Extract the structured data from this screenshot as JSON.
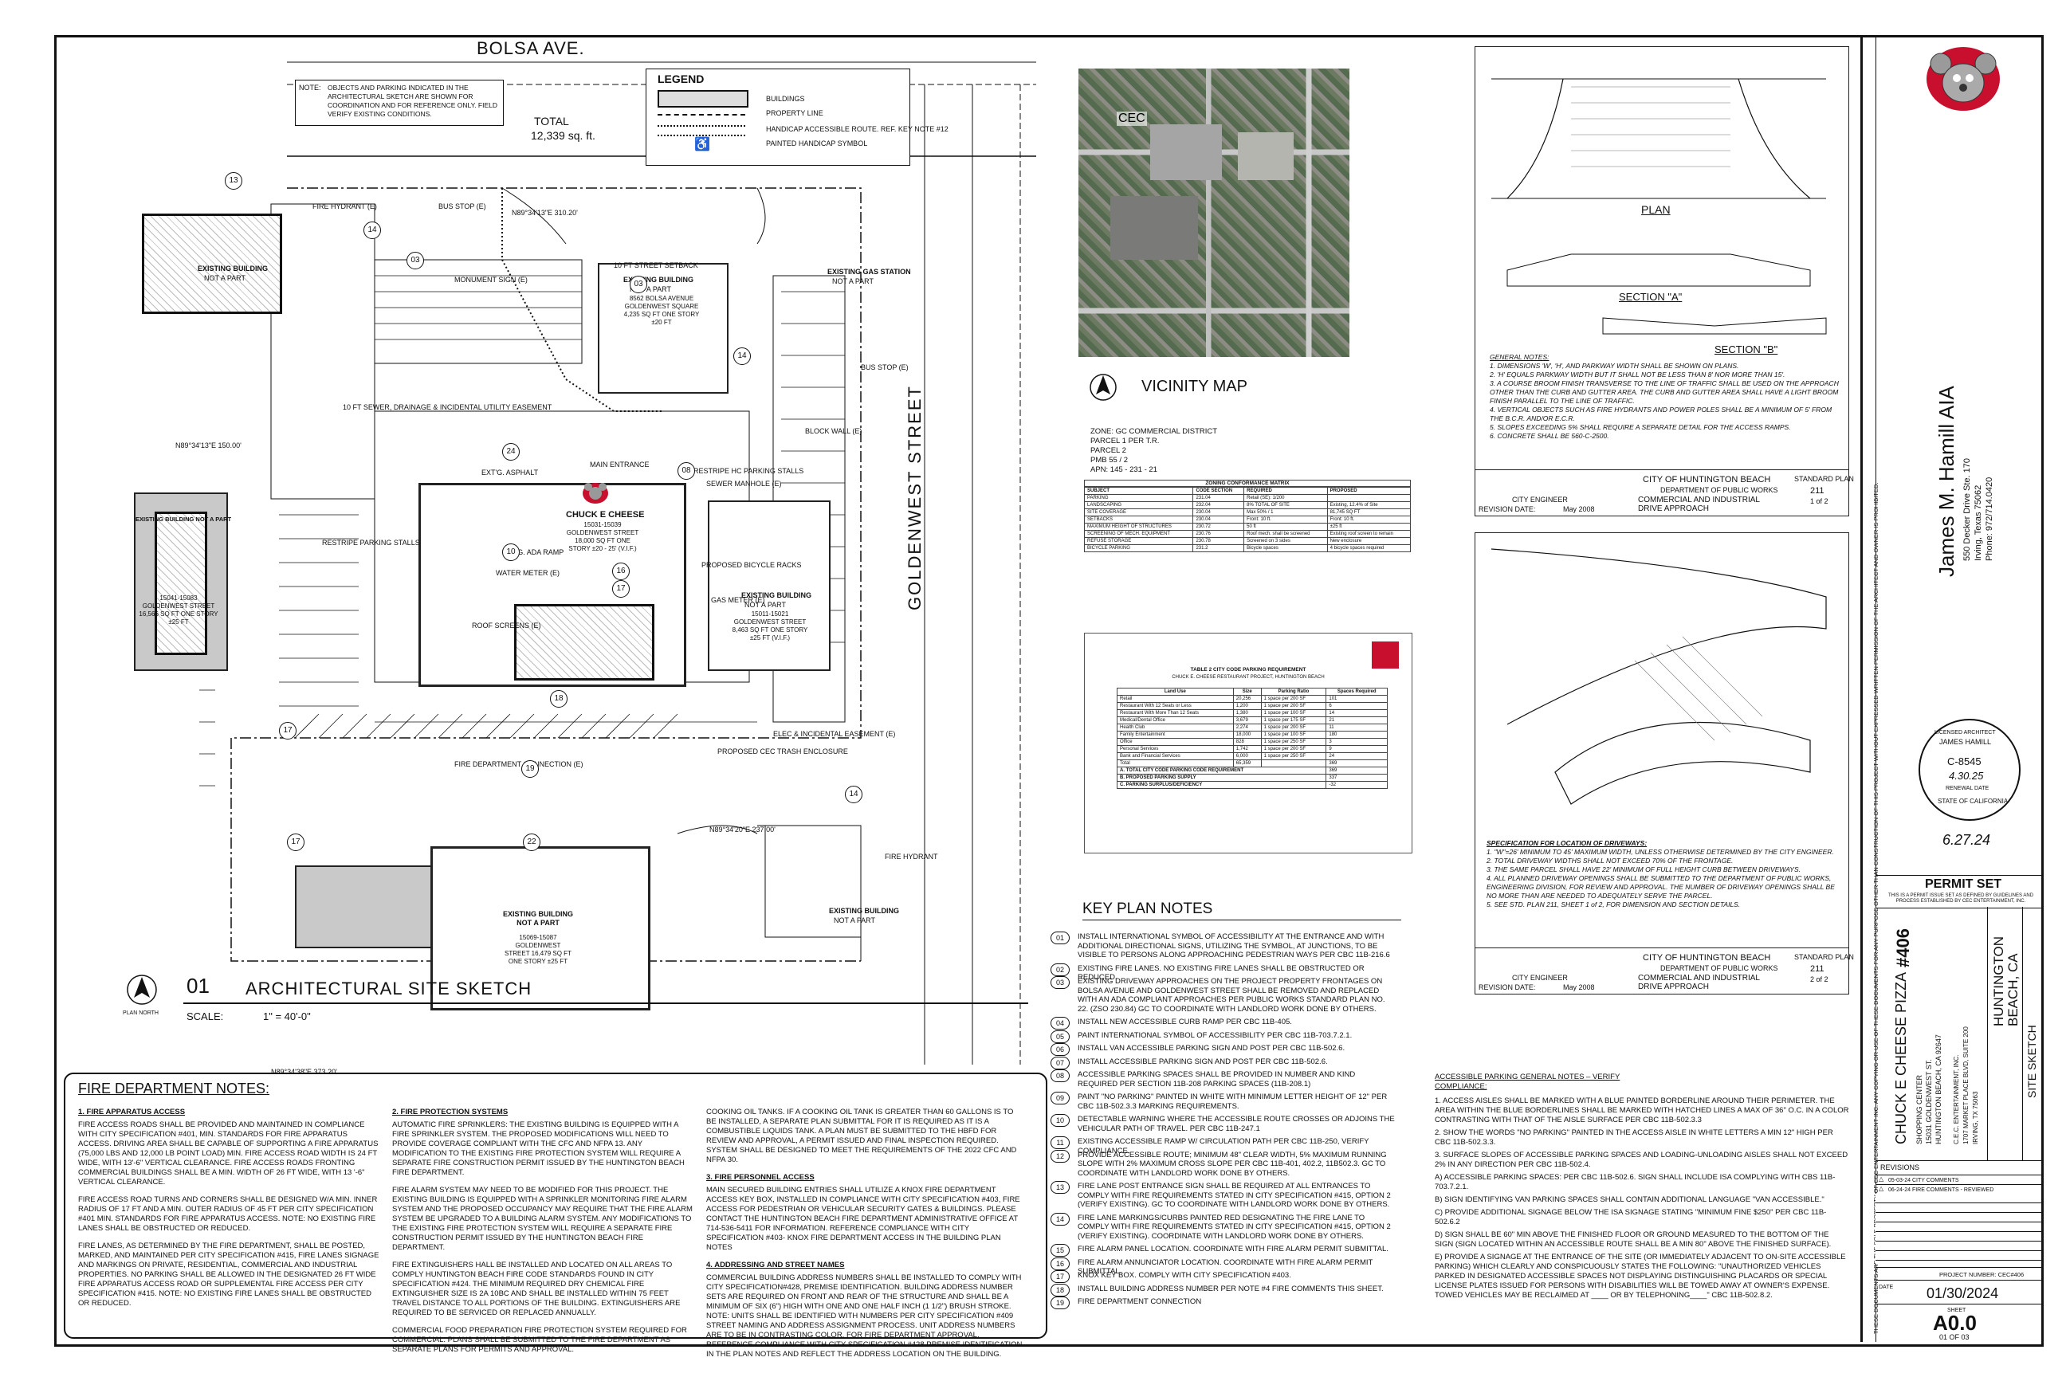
{
  "sheet": {
    "street_top": "BOLSA AVE.",
    "street_right": "GOLDENWEST STREET",
    "note_label": "NOTE:",
    "note_text": "OBJECTS AND PARKING INDICATED IN THE ARCHITECTURAL SKETCH ARE SHOWN FOR COORDINATION AND FOR REFERENCE ONLY. FIELD VERIFY EXISTING CONDITIONS.",
    "total_label": "TOTAL",
    "total_value": "12,339 sq. ft.",
    "legend": {
      "title": "LEGEND",
      "items": [
        "BUILDINGS",
        "PROPERTY LINE",
        "HANDICAP ACCESSIBLE ROUTE. REF. KEY NOTE #12",
        "PAINTED HANDICAP SYMBOL"
      ]
    },
    "title_num": "01",
    "title_text": "ARCHITECTURAL SITE SKETCH",
    "scale_label": "SCALE:",
    "scale_value": "1\" = 40'-0\"",
    "plan_north": "PLAN NORTH"
  },
  "site": {
    "buildings": [
      {
        "label": "EXISTING BUILDING",
        "sub": "NOT A PART"
      },
      {
        "label": "EXISTING BUILDING",
        "sub": "NOT A PART",
        "addr": "8562 BOLSA AVENUE GOLDENWEST SQUARE 4,235 SQ FT ONE STORY ±20 FT"
      },
      {
        "label": "EXISTING GAS STATION",
        "sub": "NOT A PART"
      },
      {
        "label": "EXISTING BUILDING NOT A PART",
        "addr": "15041-15083 GOLDENWEST STREET 16,566 SQ FT ONE STORY ±25 FT"
      },
      {
        "label": "CHUCK E CHEESE",
        "addr": "15031-15039 GOLDENWEST STREET 18,000 SQ FT ONE STORY ±20 - 25' (V.I.F.)"
      },
      {
        "label": "EXISTING BUILDING",
        "sub": "NOT A PART",
        "addr": "15011-15021 GOLDENWEST STREET 8,463 SQ FT ONE STORY ±25 FT (V.I.F.)"
      },
      {
        "label": "EXISTING BUILDING NOT A PART",
        "addr": "15069-15087 GOLDENWEST STREET 16,479 SQ FT ONE STORY ±25 FT"
      },
      {
        "label": "EXISTING BUILDING",
        "sub": "NOT A PART"
      }
    ],
    "labels": [
      "FIRE HYDRANT (E)",
      "BUS STOP (E)",
      "MONUMENT SIGN (E)",
      "MAIN ENTRANCE",
      "RESTRIPE HC PARKING STALLS",
      "SEWER MANHOLE (E)",
      "EXT'G. ASPHALT",
      "WATER METER (E)",
      "ROOF SCREENS (E)",
      "EXT'G. ADA RAMP",
      "PROPOSED BICYCLE RACKS",
      "GAS METER (E)",
      "RESTRIPE PARKING STALLS",
      "FIRE DEPARTMENT CONNECTION (E)",
      "PROPOSED CEC TRASH ENCLOSURE",
      "ELEC & INCIDENTAL EASEMENT (E)",
      "BLOCK WALL (E)",
      "BUS STOP (E)",
      "FIRE HYDRANT",
      "10 FT SEWER, DRAINAGE & INCIDENTAL UTILITY EASEMENT",
      "10 FT STREET SETBACK"
    ],
    "bearings": [
      "N89°34'13\"E 310.20'",
      "N89°34'13\"E 150.00'",
      "N89°34'20\"E 237.00'",
      "N89°34'38\"E 373.20'"
    ]
  },
  "vicinity": {
    "title": "VICINITY MAP",
    "cec_label": "CEC",
    "zone_lines": [
      "ZONE:    GC COMMERCIAL DISTRICT",
      "PARCEL 1 PER T.R.",
      "PARCEL 2",
      "PMB 55 / 2",
      "APN:  145 - 231 - 21"
    ]
  },
  "zoning_table": {
    "title": "ZONING CONFORMANCE MATRIX",
    "headers": [
      "SUBJECT",
      "CODE SECTION",
      "REQUIRED",
      "PROPOSED"
    ],
    "rows": [
      [
        "PARKING",
        "231.04",
        "Retail (SE): 1/200",
        ""
      ],
      [
        "LANDSCAPING",
        "232.04",
        "8% TOTAL OF SITE",
        "Existing, 12.4% of Site"
      ],
      [
        "SITE COVERAGE",
        "230.04",
        "Max 50% / 1",
        "81,745 SQ FT"
      ],
      [
        "SETBACKS",
        "230.04",
        "Front: 10 ft.",
        "Front: 10 ft."
      ],
      [
        "MAXIMUM HEIGHT OF STRUCTURES",
        "230.72",
        "50 ft",
        "±25 ft"
      ],
      [
        "SCREENING OF MECH. EQUIPMENT",
        "230.76",
        "Roof mech. shall be screened",
        "Existing roof screen to remain"
      ],
      [
        "REFUSE STORAGE",
        "230.78",
        "Screened on 3 sides",
        "New enclosure"
      ],
      [
        "BICYCLE PARKING",
        "231.2",
        "Bicycle spaces",
        "4 bicycle spaces required"
      ]
    ]
  },
  "parking_table": {
    "title": "TABLE 2 CITY CODE PARKING REQUIREMENT",
    "subtitle": "CHUCK E. CHEESE RESTAURANT PROJECT, HUNTINGTON BEACH",
    "headers": [
      "Land Use",
      "Size",
      "Parking Ratio",
      "Spaces Required"
    ],
    "rows": [
      [
        "Retail",
        "20,256",
        "1 space per 200 SF",
        "101"
      ],
      [
        "Restaurant With 12 Seats or Less",
        "1,200",
        "1 space per 200 SF",
        "6"
      ],
      [
        "Restaurant With More Than 12 Seats",
        "1,380",
        "1 space per 100 SF",
        "14"
      ],
      [
        "Medical/Dental Office",
        "3,679",
        "1 space per 175 SF",
        "21"
      ],
      [
        "Health Club",
        "2,274",
        "1 space per 200 SF",
        "11"
      ],
      [
        "Family Entertainment",
        "18,000",
        "1 space per 100 SF",
        "180"
      ],
      [
        "Office",
        "828",
        "1 space per 250 SF",
        "3"
      ],
      [
        "Personal Services",
        "1,742",
        "1 space per 200 SF",
        "9"
      ],
      [
        "Bank and Financial Services",
        "6,000",
        "1 space per 250 SF",
        "24"
      ],
      [
        "Total",
        "65,359",
        "",
        "369"
      ]
    ],
    "totals": [
      "A. TOTAL CITY CODE PARKING CODE REQUIREMENT",
      "B. PROPOSED PARKING SUPPLY",
      "C. PARKING SURPLUS/DEFICIENCY"
    ],
    "totals_values": [
      "369",
      "337",
      "-32"
    ]
  },
  "keynotes": {
    "title": "KEY PLAN NOTES",
    "items": [
      {
        "n": "01",
        "t": "INSTALL INTERNATIONAL SYMBOL OF ACCESSIBILITY AT THE ENTRANCE AND WITH ADDITIONAL DIRECTIONAL SIGNS, UTILIZING THE SYMBOL, AT JUNCTIONS, TO BE VISIBLE TO PERSONS ALONG APPROACHING PEDESTRIAN WAYS PER CBC 11B-216.6"
      },
      {
        "n": "02",
        "t": "EXISTING FIRE LANES. NO EXISTING FIRE LANES SHALL BE OBSTRUCTED OR REDUCED."
      },
      {
        "n": "03",
        "t": "EXISTING DRIVEWAY APPROACHES ON THE PROJECT PROPERTY FRONTAGES ON BOLSA AVENUE AND GOLDENWEST STREET SHALL BE REMOVED AND REPLACED WITH AN ADA COMPLIANT APPROACHES PER PUBLIC WORKS STANDARD PLAN NO. 22. (ZSO 230.84) GC TO COORDINATE WITH LANDLORD WORK DONE BY OTHERS."
      },
      {
        "n": "04",
        "t": "INSTALL NEW ACCESSIBLE CURB RAMP PER CBC 11B-405."
      },
      {
        "n": "05",
        "t": "PAINT INTERNATIONAL SYMBOL OF ACCESSIBILITY PER CBC 11B-703.7.2.1."
      },
      {
        "n": "06",
        "t": "INSTALL VAN ACCESSIBLE PARKING SIGN AND POST PER CBC 11B-502.6."
      },
      {
        "n": "07",
        "t": "INSTALL ACCESSIBLE PARKING SIGN AND POST PER CBC 11B-502.6."
      },
      {
        "n": "08",
        "t": "ACCESSIBLE PARKING SPACES SHALL BE PROVIDED IN NUMBER AND KIND REQUIRED PER SECTION 11B-208 PARKING SPACES (11B-208.1)"
      },
      {
        "n": "09",
        "t": "PAINT \"NO PARKING\" PAINTED IN WHITE WITH MINIMUM LETTER HEIGHT OF 12\" PER CBC 11B-502.3.3 MARKING REQUIREMENTS."
      },
      {
        "n": "10",
        "t": "DETECTABLE WARNING WHERE THE ACCESSIBLE ROUTE CROSSES OR ADJOINS THE VEHICULAR PATH OF TRAVEL. PER CBC 11B-247.1"
      },
      {
        "n": "11",
        "t": "EXISTING ACCESSIBLE RAMP W/ CIRCULATION PATH PER CBC 11B-250, VERIFY COMPLIANCE."
      },
      {
        "n": "12",
        "t": "PROVIDE ACCESSIBLE ROUTE; MINIMUM 48\" CLEAR WIDTH, 5% MAXIMUM RUNNING SLOPE WITH 2% MAXIMUM CROSS SLOPE PER CBC 11B-401, 402.2, 11B502.3. GC TO COORDINATE WITH LANDLORD WORK DONE BY OTHERS."
      },
      {
        "n": "13",
        "t": "FIRE LANE POST ENTRANCE SIGN SHALL BE REQUIRED AT ALL ENTRANCES TO COMPLY WITH FIRE REQUIREMENTS STATED IN CITY SPECIFICATION #415, OPTION 2 (VERIFY EXISTING). GC TO COORDINATE WITH LANDLORD WORK DONE BY OTHERS."
      },
      {
        "n": "14",
        "t": "FIRE LANE MARKINGS/CURBS PAINTED RED DESIGNATING THE FIRE LANE TO COMPLY WITH FIRE REQUIREMENTS STATED IN CITY SPECIFICATION #415, OPTION 2 (VERIFY EXISTING). COORDINATE WITH LANDLORD WORK DONE BY OTHERS."
      },
      {
        "n": "15",
        "t": "FIRE ALARM PANEL LOCATION. COORDINATE WITH FIRE ALARM PERMIT SUBMITTAL."
      },
      {
        "n": "16",
        "t": "FIRE ALARM ANNUNCIATOR LOCATION. COORDINATE WITH FIRE ALARM PERMIT SUBMITTAL."
      },
      {
        "n": "17",
        "t": "KNOX KEY BOX. COMPLY WITH CITY SPECIFICATION #403."
      },
      {
        "n": "18",
        "t": "INSTALL BUILDING ADDRESS NUMBER PER NOTE #4 FIRE COMMENTS THIS SHEET."
      },
      {
        "n": "19",
        "t": "FIRE DEPARTMENT CONNECTION"
      }
    ]
  },
  "fire_notes": {
    "title": "FIRE DEPARTMENT NOTES:",
    "col1": [
      {
        "h": "1. FIRE APPARATUS ACCESS",
        "t": "FIRE ACCESS ROADS SHALL BE PROVIDED AND MAINTAINED IN COMPLIANCE WITH CITY SPECIFICATION #401, MIN. STANDARDS FOR FIRE APPARATUS ACCESS. DRIVING AREA SHALL BE CAPABLE OF SUPPORTING A FIRE APPARATUS (75,000 LBS AND 12,000 LB POINT LOAD) MIN. FIRE ACCESS ROAD WIDTH IS 24 FT WIDE, WITH 13'-6\" VERTICAL CLEARANCE. FIRE ACCESS ROADS FRONTING COMMERCIAL BUILDINGS SHALL BE A MIN. WIDTH OF 26 FT WIDE, WITH 13 '-6\" VERTICAL CLEARANCE."
      },
      {
        "h": "",
        "t": "FIRE ACCESS ROAD TURNS AND CORNERS SHALL BE DESIGNED W/A MIN. INNER RADIUS OF 17 FT AND A MIN. OUTER RADIUS OF 45 FT PER CITY SPECIFICATION #401 MIN. STANDARDS FOR FIRE APPARATUS ACCESS. NOTE: NO EXISTING FIRE LANES SHALL BE OBSTRUCTED OR REDUCED."
      },
      {
        "h": "",
        "t": "FIRE LANES, AS DETERMINED BY THE FIRE DEPARTMENT, SHALL BE POSTED, MARKED, AND MAINTAINED PER CITY SPECIFICATION #415, FIRE LANES SIGNAGE AND MARKINGS ON PRIVATE, RESIDENTIAL, COMMERCIAL AND INDUSTRIAL PROPERTIES. NO PARKING SHALL BE ALLOWED IN THE DESIGNATED 26 FT WIDE FIRE APPARATUS ACCESS ROAD OR SUPPLEMENTAL FIRE ACCESS PER CITY SPECIFICATION #415. NOTE: NO EXISTING FIRE LANES SHALL BE OBSTRUCTED OR REDUCED."
      }
    ],
    "col2": [
      {
        "h": "2. FIRE PROTECTION SYSTEMS",
        "t": "AUTOMATIC FIRE SPRINKLERS: THE EXISTING BUILDING IS EQUIPPED WITH A FIRE SPRINKLER SYSTEM. THE PROPOSED MODIFICATIONS WILL NEED TO PROVIDE COVERAGE COMPLIANT WITH THE CFC AND NFPA 13. ANY MODIFICATION TO THE EXISTING FIRE PROTECTION SYSTEM WILL REQUIRE A SEPARATE FIRE CONSTRUCTION PERMIT ISSUED BY THE HUNTINGTON BEACH FIRE DEPARTMENT."
      },
      {
        "h": "",
        "t": "FIRE ALARM SYSTEM MAY NEED TO BE MODIFIED FOR THIS PROJECT. THE EXISTING BUILDING IS EQUIPPED WITH A SPRINKLER MONITORING FIRE ALARM SYSTEM AND THE PROPOSED OCCUPANCY MAY REQUIRE THAT THE FIRE ALARM SYSTEM BE UPGRADED TO A BUILDING ALARM SYSTEM. ANY MODIFICATIONS TO THE EXISTING FIRE PROTECTION SYSTEM WILL REQUIRE A SEPARATE FIRE CONSTRUCTION PERMIT ISSUED BY THE HUNTINGTON BEACH FIRE DEPARTMENT."
      },
      {
        "h": "",
        "t": "FIRE EXTINGUISHERS HALL BE INSTALLED AND LOCATED ON ALL AREAS TO COMPLY HUNTINGTON BEACH FIRE CODE STANDARDS FOUND IN CITY SPECIFICATION #424. THE MINIMUM REQUIRED DRY CHEMICAL FIRE EXTINGUISHER SIZE IS 2A 10BC AND SHALL BE INSTALLED WITHIN 75 FEET TRAVEL DISTANCE TO ALL PORTIONS OF THE BUILDING. EXTINGUISHERS ARE REQUIRED TO BE SERVICED OR REPLACED ANNUALLY."
      },
      {
        "h": "",
        "t": "COMMERCIAL FOOD PREPARATION FIRE PROTECTION SYSTEM REQUIRED FOR COMMERCIAL. PLANS SHALL BE SUBMITTED TO THE FIRE DEPARTMENT AS SEPARATE PLANS FOR PERMITS AND APPROVAL."
      }
    ],
    "col3": [
      {
        "h": "",
        "t": "COOKING OIL TANKS. IF A COOKING OIL TANK IS GREATER THAN 60 GALLONS IS TO BE INSTALLED, A SEPARATE PLAN SUBMITTAL FOR IT IS REQUIRED AS IT IS A COMBUSTIBLE LIQUIDS TANK. A PLAN MUST BE SUBMITTED TO THE HBFD FOR REVIEW AND APPROVAL, A PERMIT ISSUED AND FINAL INSPECTION REQUIRED. SYSTEM SHALL BE DESIGNED TO MEET THE REQUIREMENTS OF THE 2022 CFC AND NFPA 30."
      },
      {
        "h": "3. FIRE PERSONNEL ACCESS",
        "t": "MAIN SECURED BUILDING ENTRIES SHALL UTILIZE A KNOX FIRE DEPARTMENT ACCESS KEY BOX, INSTALLED IN COMPLIANCE WITH CITY SPECIFICATION #403, FIRE ACCESS FOR PEDESTRIAN OR VEHICULAR SECURITY GATES & BUILDINGS. PLEASE CONTACT THE HUNTINGTON BEACH FIRE DEPARTMENT ADMINISTRATIVE OFFICE AT 714-536-5411 FOR INFORMATION. REFERENCE COMPLIANCE WITH CITY SPECIFICATION #403- KNOX FIRE DEPARTMENT ACCESS IN THE BUILDING PLAN NOTES"
      },
      {
        "h": "4. ADDRESSING AND STREET NAMES",
        "t": "COMMERCIAL BUILDING ADDRESS NUMBERS SHALL BE INSTALLED TO COMPLY WITH CITY SPECIFICATION#428, PREMISE IDENTIFICATION. BUILDING ADDRESS NUMBER SETS ARE REQUIRED ON FRONT AND REAR OF THE STRUCTURE AND SHALL BE A MINIMUM OF SIX (6\") HIGH WITH ONE AND ONE HALF INCH (1 1/2\") BRUSH STROKE. NOTE: UNITS SHALL BE IDENTIFIED WITH NUMBERS PER CITY SPECIFICATION #409 STREET NAMING AND ADDRESS ASSIGNMENT PROCESS. UNIT ADDRESS NUMBERS ARE TO BE IN CONTRASTING COLOR. FOR FIRE DEPARTMENT APPROVAL, REFERENCE COMPLIANCE WITH CITY SPECIFICATION #428 PREMISE IDENTIFICATION IN THE PLAN NOTES AND REFLECT THE ADDRESS LOCATION ON THE BUILDING."
      }
    ]
  },
  "accessible_notes": {
    "title": "ACCESSIBLE PARKING GENERAL NOTES – VERIFY COMPLIANCE:",
    "items": [
      "1. ACCESS AISLES SHALL BE MARKED WITH A BLUE PAINTED BORDERLINE AROUND THEIR PERIMETER. THE AREA WITHIN THE BLUE BORDERLINES SHALL BE MARKED WITH HATCHED LINES A MAX OF 36\" O.C. IN A COLOR CONTRASTING WITH THAT OF THE AISLE SURFACE PER CBC 11B-502.3.3",
      "2. SHOW THE WORDS \"NO PARKING\" PAINTED IN THE ACCESS AISLE IN WHITE LETTERS A MIN 12\" HIGH PER CBC 11B-502.3.3.",
      "3. SURFACE SLOPES OF ACCESSIBLE PARKING SPACES AND LOADING-UNLOADING AISLES SHALL NOT EXCEED 2% IN ANY DIRECTION PER CBC 11B-502.4.",
      "A) ACCESSIBLE PARKING SPACES: PER CBC 11B-502.6. SIGN SHALL INCLUDE ISA COMPLYING WITH CBS 11B-703.7.2.1.",
      "B) SIGN IDENTIFYING VAN PARKING SPACES SHALL CONTAIN ADDITIONAL LANGUAGE \"VAN ACCESSIBLE.\"",
      "C) PROVIDE ADDITIONAL SIGNAGE BELOW THE ISA SIGNAGE STATING \"MINIMUM FINE $250\" PER CBC 11B-502.6.2",
      "D) SIGN SHALL BE 60\" MIN ABOVE THE FINISHED FLOOR OR GROUND MEASURED TO THE BOTTOM OF THE SIGN (SIGN LOCATED WITHIN AN ACCESSIBLE ROUTE SHALL BE A MIN 80\" ABOVE THE FINISHED SURFACE).",
      "E) PROVIDE A SIGNAGE AT THE ENTRANCE OF THE SITE (OR IMMEDIATELY ADJACENT TO ON-SITE ACCESSIBLE PARKING) WHICH CLEARLY AND CONSPICUOUSLY STATES THE FOLLOWING: \"UNAUTHORIZED VEHICLES PARKED IN DESIGNATED ACCESSIBLE SPACES NOT DISPLAYING DISTINGUISHING PLACARDS OR SPECIAL LICENSE PLATES ISSUED FOR PERSONS WITH DISABILITIES WILL BE TOWED AWAY AT OWNER'S EXPENSE. TOWED VEHICLES MAY BE RECLAIMED AT ____ OR BY TELEPHONING____\" CBC 11B-502.8.2."
    ]
  },
  "details": {
    "section_a": "SECTION \"A\"",
    "section_b": "SECTION \"B\"",
    "plan": "PLAN",
    "general_notes_title": "GENERAL NOTES:",
    "general_notes": [
      "1. DIMENSIONS 'W', 'H', AND PARKWAY WIDTH SHALL BE SHOWN ON PLANS.",
      "2. 'H' EQUALS PARKWAY WIDTH BUT IT SHALL NOT BE LESS THAN 8' NOR MORE THAN 15'.",
      "3. A COURSE BROOM FINISH TRANSVERSE TO THE LINE OF TRAFFIC SHALL BE USED ON THE APPROACH OTHER THAN THE CURB AND GUTTER AREA. THE CURB AND GUTTER AREA SHALL HAVE A LIGHT BROOM FINISH PARALLEL TO THE LINE OF TRAFFIC.",
      "4. VERTICAL OBJECTS SUCH AS FIRE HYDRANTS AND POWER POLES SHALL BE A MINIMUM OF 5' FROM THE B.C.R. AND/OR E.C.R.",
      "5. SLOPES EXCEEDING 5% SHALL REQUIRE A SEPARATE DETAIL FOR THE ACCESS RAMPS.",
      "6. CONCRETE SHALL BE 560-C-2500."
    ],
    "city": "CITY OF HUNTINGTON BEACH",
    "dept": "DEPARTMENT OF PUBLIC WORKS",
    "dwg_title": "COMMERCIAL AND INDUSTRIAL DRIVE APPROACH",
    "std_plan": "STANDARD PLAN",
    "std_plan_no": "211",
    "sheet_1": "1 of 2",
    "sheet_2": "2 of 2",
    "city_engineer": "CITY ENGINEER",
    "revision_date": "REVISION DATE:",
    "rev_date_val": "May 2008",
    "spec_title": "SPECIFICATION FOR LOCATION OF DRIVEWAYS:",
    "spec_items": [
      "1. \"W\"=26' MINIMUM TO 45' MAXIMUM WIDTH, UNLESS OTHERWISE DETERMINED BY THE CITY ENGINEER.",
      "2. TOTAL DRIVEWAY WIDTHS SHALL NOT EXCEED 70% OF THE FRONTAGE.",
      "3. THE SAME PARCEL SHALL HAVE 22' MINIMUM OF FULL HEIGHT CURB BETWEEN DRIVEWAYS.",
      "4. ALL PLANNED DRIVEWAY OPENINGS SHALL BE SUBMITTED TO THE DEPARTMENT OF PUBLIC WORKS, ENGINEERING DIVISION, FOR REVIEW AND APPROVAL. THE NUMBER OF DRIVEWAY OPENINGS SHALL BE NO MORE THAN ARE NEEDED TO ADEQUATELY SERVE THE PARCEL.",
      "5. SEE STD. PLAN 211, SHEET 1 of 2, FOR DIMENSION AND SECTION DETAILS."
    ]
  },
  "title_block": {
    "architect": "James M. Hamill AIA",
    "arch_addr": [
      "550 Decker Drive Ste. 170",
      "Irving, Texas 75062",
      "Phone: 972/714.0420"
    ],
    "stamp": [
      "LICENSED ARCHITECT",
      "JAMES HAMILL",
      "C-8545",
      "4.30.25",
      "RENEWAL DATE",
      "STATE OF CALIFORNIA"
    ],
    "stamp_date": "6.27.24",
    "permit_set": "PERMIT SET",
    "permit_note": "THIS IS A PERMIT ISSUE SET AS DEFINED BY GUIDELINES AND PROCESS ESTABLISHED BY CEC ENTERTAINMENT, INC.",
    "project_name": "CHUCK E CHEESE PIZZA",
    "project_no_big": "#406",
    "center": "SHOPPING CENTER",
    "address": [
      "15031 GOLDENWEST ST.",
      "HUNTINGTON BEACH, CA 92647"
    ],
    "city_state": "HUNTINGTON BEACH, CA",
    "owner": [
      "C.E.C. ENTERTAINMENT, INC.",
      "1707 MARKET PLACE BLVD, SUITE 200",
      "IRVING, TX 75063"
    ],
    "sheet_title": "SITE SKETCH",
    "revisions_label": "REVISIONS",
    "revisions": [
      "05-03-24 CITY COMMENTS",
      "06-24-24 FIRE COMMENTS - REVIEWED"
    ],
    "project_number": "PROJECT NUMBER: CEC#406",
    "date_label": "DATE",
    "date": "01/30/2024",
    "sheet_label": "SHEET",
    "sheet": "A0.0",
    "sheet_of": "01  OF  03",
    "side_text": "THESE DOCUMENTS ARE THE SOLE PROPERTY OF CEC ENTERTAINMENT INC. ANY COPYING OR USE OF THESE DOCUMENTS FOR ANY PURPOSE OTHER THAN CONSTRUCTION OF THIS PROJECT WITHOUT EXPRESSED WRITTEN PERMISSION OF THE ARCHITECT AND OWNER IS PROHIBITED.",
    "logo_alt": "CHUCK E CHEESE"
  }
}
